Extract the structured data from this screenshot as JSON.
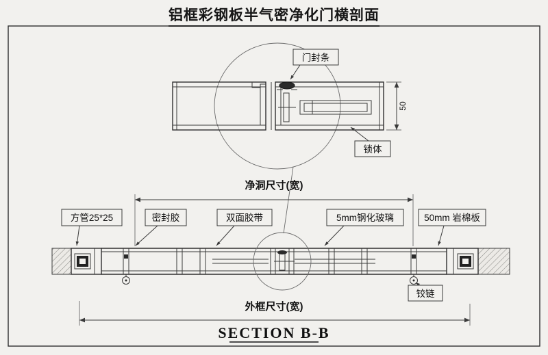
{
  "colors": {
    "background": "#f2f1ee",
    "line": "#3a3a3a",
    "text": "#161616"
  },
  "title": "铝框彩钢板半气密净化门横剖面",
  "detail_view": {
    "door_seal_label": "门封条",
    "lock_body_label": "锁体",
    "height_dim": "50"
  },
  "dimensions": {
    "clear_width": "净洞尺寸(宽)",
    "frame_width": "外框尺寸(宽)"
  },
  "component_labels": {
    "square_tube": "方管25*25",
    "sealant": "密封胶",
    "double_tape": "双面胶带",
    "tempered_glass": "5mm钢化玻璃",
    "rockwool": "50mm 岩棉板",
    "hinge": "铰链"
  },
  "section_title": "SECTION B-B"
}
